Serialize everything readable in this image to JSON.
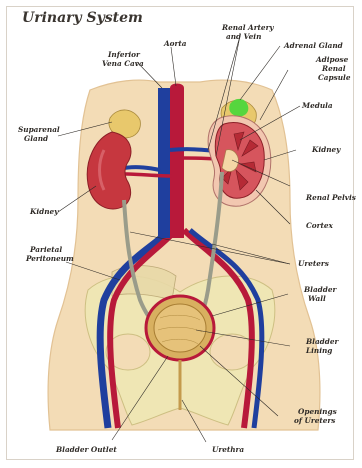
{
  "title": "Urinary System",
  "labels": {
    "aorta": "Aorta",
    "inferior_vena_cava": [
      "Inferior",
      "Vena Cava"
    ],
    "renal_artery_vein": [
      "Renal Artery",
      "and Vein"
    ],
    "adrenal_gland": "Adrenal Gland",
    "adipose_renal_capsule": [
      "Adipose",
      "Renal",
      "Capsule"
    ],
    "suprarenal_gland": [
      "Suparenal",
      "Gland"
    ],
    "medula": "Medula",
    "kidney_right": "Kidney",
    "kidney_left": "Kidney",
    "renal_pelvis": "Renal Pelvis",
    "cortex": "Cortex",
    "parietal_peritoneum": [
      "Parietal",
      "Peritoneum"
    ],
    "ureters": "Ureters",
    "bladder_wall": [
      "Bladder",
      "Wall"
    ],
    "bladder_lining": [
      "Bladder",
      "Lining"
    ],
    "openings_of_ureters": [
      "Openings",
      "of Ureters"
    ],
    "bladder_outlet": "Bladder Outlet",
    "urethra": "Urethra"
  },
  "colors": {
    "skin": "#f3dcb6",
    "aorta": "#b8193a",
    "vena_cava": "#1f3f9e",
    "kidney": "#c6373f",
    "ureter": "#9a9c8a",
    "bladder": "#d8b060",
    "pelvis_bone": "#efe6b4",
    "adrenal": "#e8c86c",
    "adrenal_highlight": "#56d63e"
  }
}
